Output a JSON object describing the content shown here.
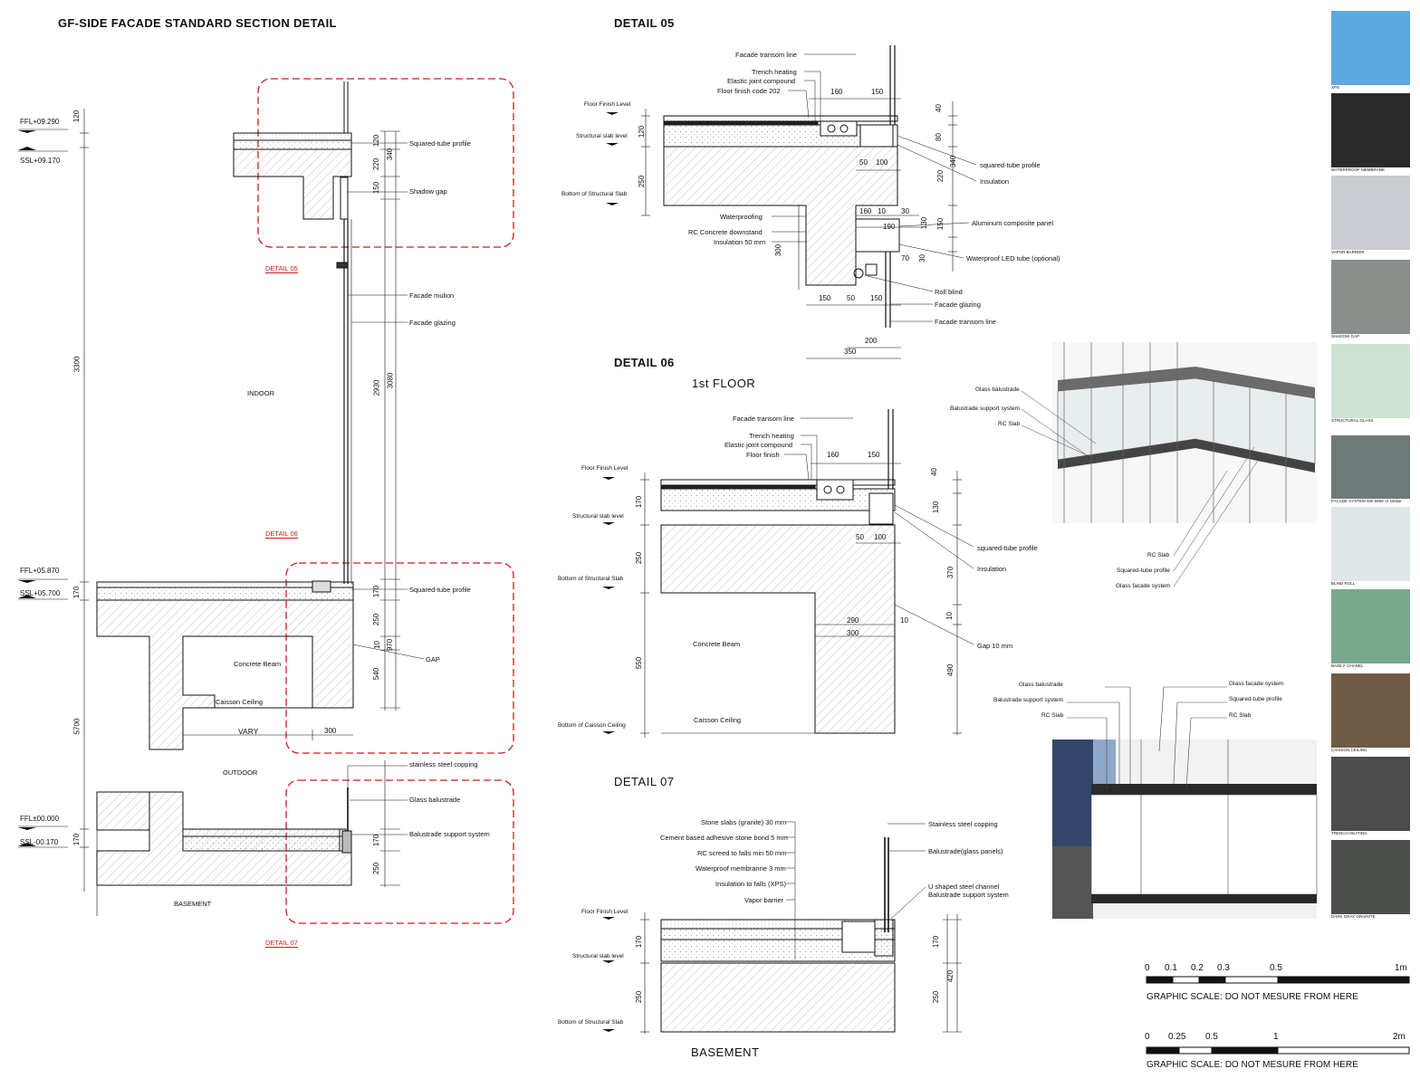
{
  "titles": {
    "main": "GF-SIDE FACADE STANDARD SECTION DETAIL",
    "detail05": "DETAIL 05",
    "detail06": "DETAIL 06",
    "detail06_sub": "1st FLOOR",
    "detail07": "DETAIL 07",
    "detail07_sub": "BASEMENT"
  },
  "main_section": {
    "levels": [
      "FFL+09.290",
      "SSL+09.170",
      "FFL+05.870",
      "SSL+05.700",
      "FFL±00.000",
      "SSL-00.170"
    ],
    "zones": [
      "INDOOR",
      "OUTDOOR",
      "BASEMENT"
    ],
    "detail_tags": [
      "DETAIL 05",
      "DETAIL 06",
      "DETAIL 07"
    ],
    "labels": [
      "Squared-tube profile",
      "Shadow gap",
      "Facade mulion",
      "Facade glazing",
      "Squared-tube profile",
      "GAP",
      "stainless steel copping",
      "Glass balustrade",
      "Balustrade support system"
    ],
    "inner_labels": [
      "Concrete Beam",
      "Caisson Ceiling",
      "VARY"
    ],
    "dims_left": [
      "120",
      "3300",
      "170",
      "5700",
      "170"
    ],
    "dims_right": [
      "120",
      "340",
      "220",
      "150",
      "2930",
      "3080",
      "170",
      "250",
      "10",
      "970",
      "540",
      "300",
      "170",
      "250"
    ]
  },
  "detail05": {
    "labels_left": [
      "Facade transom line",
      "Trench heating",
      "Elastic joint compound",
      "Floor finish code 202",
      "Waterproofing",
      "RC Concrete downstand",
      "Insulation 50 mm"
    ],
    "labels_right": [
      "squared-tube profile",
      "Insulation",
      "Aluminum composite panel",
      "Waterproof LED tube (optional)",
      "Roll blind",
      "Facade glazing",
      "Facade transom line"
    ],
    "levels": [
      "Floor Finish Level",
      "Structural slab level",
      "Bottom of Structural Slab"
    ],
    "dims": [
      "160",
      "150",
      "40",
      "80",
      "340",
      "220",
      "120",
      "250",
      "50",
      "100",
      "160",
      "10",
      "30",
      "190",
      "130",
      "150",
      "300",
      "70",
      "30",
      "150",
      "50",
      "150",
      "200",
      "350"
    ]
  },
  "detail06": {
    "labels_left": [
      "Facade transom line",
      "Trench heating",
      "Elastic joint compound",
      "Floor finish"
    ],
    "labels_right": [
      "squared-tube profile",
      "Insulation",
      "Gap 10 mm"
    ],
    "levels": [
      "Floor Finish Level",
      "Structural slab level",
      "Bottom of Structural Slab",
      "Bottom of Caisson Ceiling"
    ],
    "inner": [
      "Concrete Beam",
      "Caisson Ceiling"
    ],
    "dims": [
      "160",
      "150",
      "40",
      "130",
      "170",
      "250",
      "550",
      "50",
      "100",
      "370",
      "290",
      "300",
      "10",
      "10",
      "490"
    ]
  },
  "detail07": {
    "layers": [
      "Stone slabs (granite) 30 mm",
      "Cement based adhesive stone bond 5 mm",
      "RC screed to falls min 50 mm",
      "Waterproof membranne 3 mm",
      "Insulation to falls (XPS)",
      "Vapor barrier"
    ],
    "labels_right": [
      "Stainless steel copping",
      "Balustrade(glass panels)",
      "U shaped steel channel",
      "Balustrade support system"
    ],
    "levels": [
      "Floor Finish Level",
      "Structural slab level",
      "Bottom of Structural Slab"
    ],
    "dims": [
      "170",
      "250",
      "170",
      "420",
      "250"
    ]
  },
  "render1": {
    "labels": [
      "Glass balustrade",
      "Balustrade support system",
      "RC Slab",
      "RC Slab",
      "Squared-tube profile",
      "Glass facade system"
    ]
  },
  "render2": {
    "labels": [
      "Glass balustrade",
      "Balustrade support system",
      "RC Slab",
      "Glass facade system",
      "Squared-tube profile",
      "RC Slab"
    ]
  },
  "materials": [
    {
      "name": "XPS",
      "color": "#5ea9e0"
    },
    {
      "name": "WATERPROOF MEMBRANE",
      "color": "#2a2a2a"
    },
    {
      "name": "VAPOR BARRIER",
      "color": "#c9ccd0"
    },
    {
      "name": "SHADOW GAP",
      "color": "#8a8f8c"
    },
    {
      "name": "STRUCTURAL GLASS",
      "color": "#cde3d4"
    },
    {
      "name": "FACADE SYSTEM SW 505S or similar",
      "color": "#6f7a78"
    },
    {
      "name": "BLIND ROLL",
      "color": "#dfe6e8"
    },
    {
      "name": "BASE F CHANEL",
      "color": "#7aa88e"
    },
    {
      "name": "CAISSON CEILING",
      "color": "#6e5c47"
    },
    {
      "name": "TRENCH HEATING",
      "color": "#4b4b4b"
    },
    {
      "name": "DARK GRAY GRAINITE",
      "color": "#4d4f4c"
    }
  ],
  "scales": [
    {
      "ticks": [
        "0",
        "0.1",
        "0.2",
        "0.3",
        "0.5",
        "1m"
      ],
      "caption": "GRAPHIC SCALE: DO NOT MESURE FROM HERE"
    },
    {
      "ticks": [
        "0",
        "0.25",
        "0.5",
        "1",
        "2m"
      ],
      "caption": "GRAPHIC SCALE: DO NOT MESURE FROM HERE"
    }
  ],
  "colors": {
    "ink": "#111111",
    "tag_red": "#d21a1a",
    "hatch": "#888888"
  }
}
